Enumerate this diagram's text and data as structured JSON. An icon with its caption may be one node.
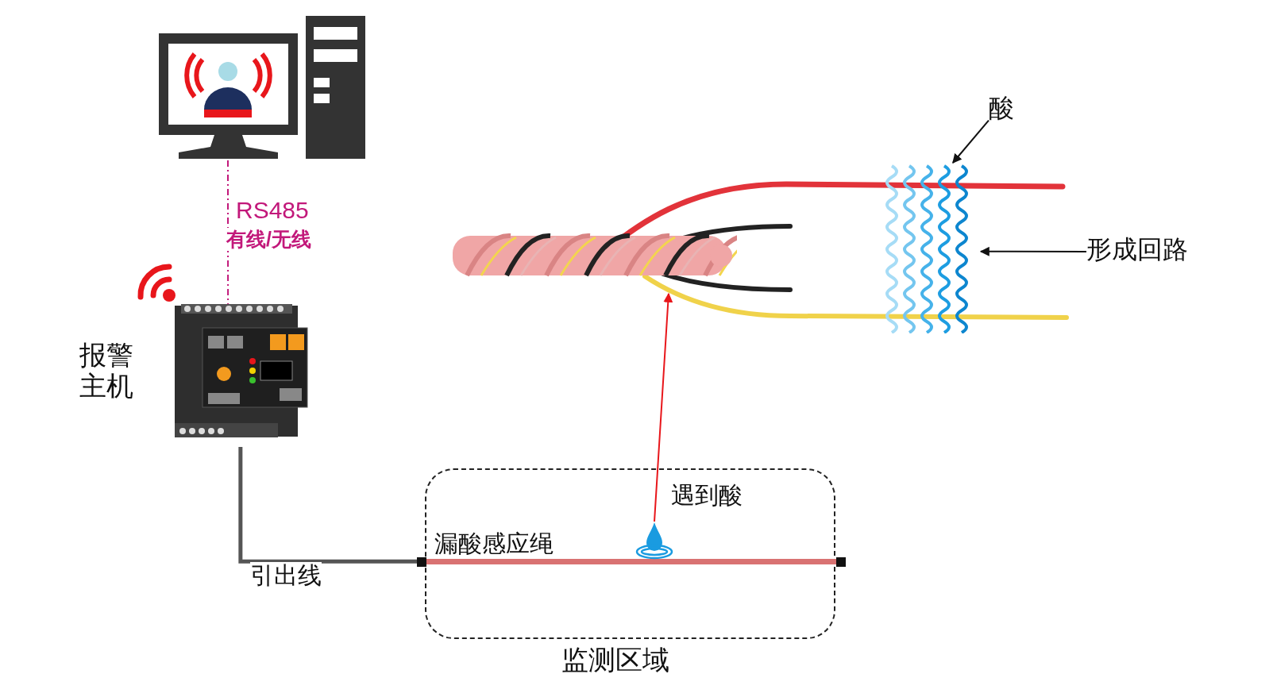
{
  "diagram": {
    "nodes": [
      {
        "text": [],
        "shape": "picture"
      },
      {
        "text": [
          "报警主机"
        ]
      },
      {
        "text": [
          "监测区域"
        ]
      },
      {
        "text": [],
        "shape": "bar",
        "in": 2,
        "beside": [
          "漏酸感应绳"
        ]
      },
      {
        "text": [],
        "shape": "drop",
        "in": 2,
        "beside": [
          "遇到酸"
        ]
      },
      {
        "text": [],
        "shape": "picture"
      },
      {
        "text": [
          "酸"
        ]
      },
      {
        "text": [],
        "shape": "picture"
      },
      {
        "text": [
          "形成回路"
        ]
      }
    ],
    "edges": [
      {
        "from": 0,
        "to": 1,
        "arrow": "none",
        "label": "RS485",
        "style": "dashed",
        "color": "#c2187a"
      },
      {
        "from": 1,
        "to": 3,
        "arrow": "none",
        "label": "引出线",
        "style": "thick",
        "color": "#555555"
      },
      {
        "from": 4,
        "to": 5,
        "arrow": "to",
        "color": "#e8161b"
      },
      {
        "from": 6,
        "to": 7,
        "arrow": "to",
        "color": "#111111"
      },
      {
        "from": 8,
        "to": 7,
        "arrow": "to",
        "color": "#111111"
      }
    ],
    "labels": [
      "有线/无线"
    ]
  }
}
